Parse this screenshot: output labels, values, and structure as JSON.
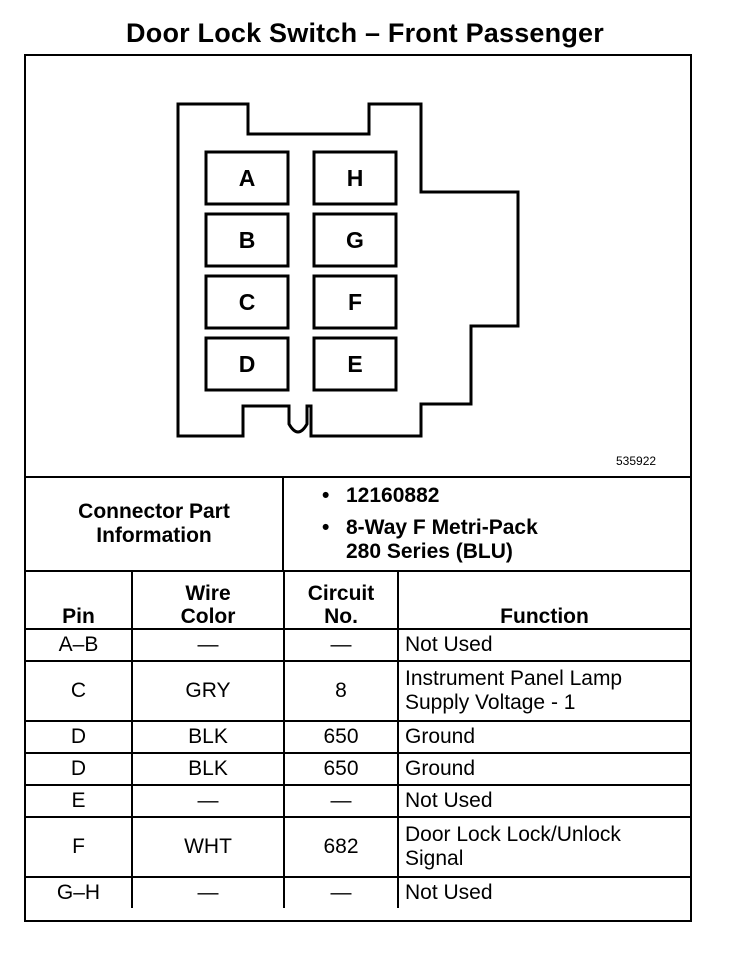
{
  "title": "Door Lock Switch – Front Passenger",
  "diagram": {
    "pins_left": [
      "A",
      "B",
      "C",
      "D"
    ],
    "pins_right": [
      "H",
      "G",
      "F",
      "E"
    ],
    "figure_number": "535922"
  },
  "connector_info": {
    "label": "Connector Part\nInformation",
    "items": [
      "12160882",
      "8-Way F Metri-Pack\n280 Series (BLU)"
    ]
  },
  "table": {
    "headers": [
      "Pin",
      "Wire\nColor",
      "Circuit\nNo.",
      "Function"
    ],
    "rows": [
      {
        "pin": "A–B",
        "color": "—",
        "circuit": "—",
        "function": "Not Used"
      },
      {
        "pin": "C",
        "color": "GRY",
        "circuit": "8",
        "function": "Instrument Panel Lamp\nSupply Voltage - 1"
      },
      {
        "pin": "D",
        "color": "BLK",
        "circuit": "650",
        "function": "Ground"
      },
      {
        "pin": "D",
        "color": "BLK",
        "circuit": "650",
        "function": "Ground"
      },
      {
        "pin": "E",
        "color": "—",
        "circuit": "—",
        "function": "Not Used"
      },
      {
        "pin": "F",
        "color": "WHT",
        "circuit": "682",
        "function": "Door Lock Lock/Unlock\nSignal"
      },
      {
        "pin": "G–H",
        "color": "—",
        "circuit": "—",
        "function": "Not Used"
      }
    ]
  }
}
